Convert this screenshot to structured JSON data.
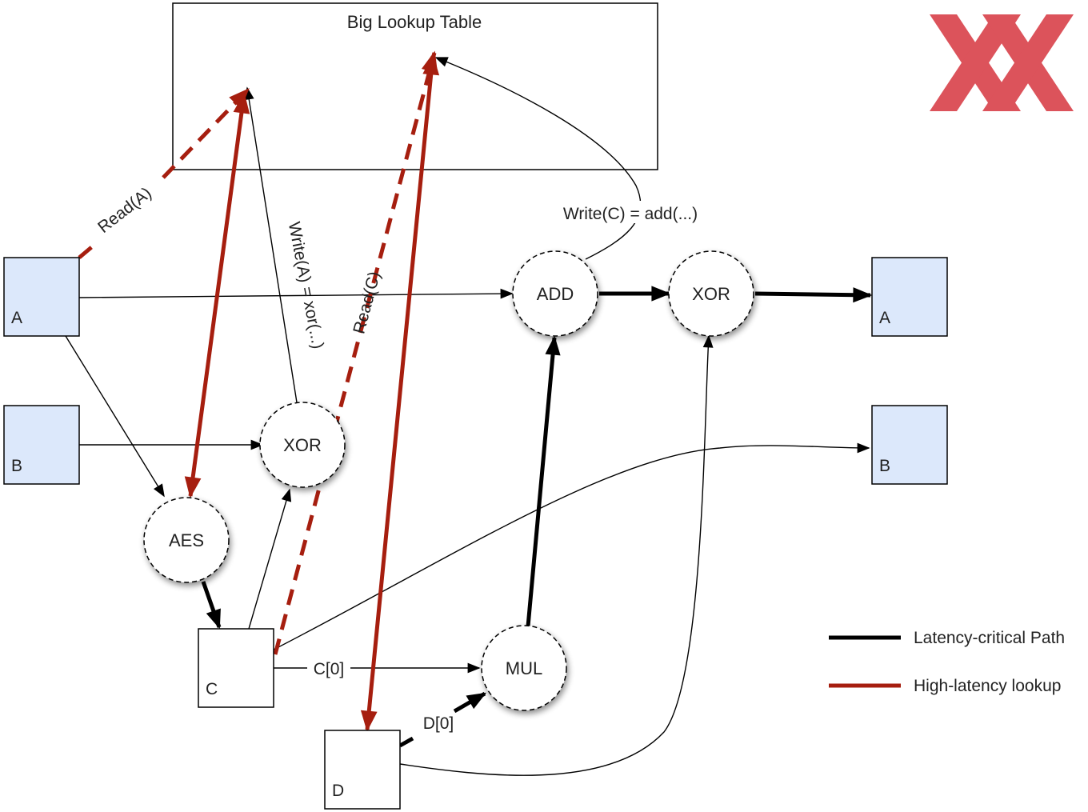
{
  "title": "Big Lookup Table",
  "inputs": {
    "a": "A",
    "b": "B",
    "c": "C",
    "d": "D"
  },
  "outputs": {
    "a": "A",
    "b": "B"
  },
  "ops": {
    "aes": "AES",
    "xor_mid": "XOR",
    "add": "ADD",
    "xor_right": "XOR",
    "mul": "MUL"
  },
  "edge_labels": {
    "read_a": "Read(A)",
    "write_a": "Write(A) = xor(...)",
    "read_c": "Read(C)",
    "write_c": "Write(C) = add(...)",
    "c0": "C[0]",
    "d0": "D[0]"
  },
  "legend": {
    "latency_critical": "Latency-critical Path",
    "high_latency": "High-latency lookup"
  },
  "colors": {
    "critical": "#000000",
    "lookup": "#a61e0f",
    "input_fill": "#dce8fb",
    "logo": "#d6363f"
  },
  "logo_icon": "xx-logo"
}
